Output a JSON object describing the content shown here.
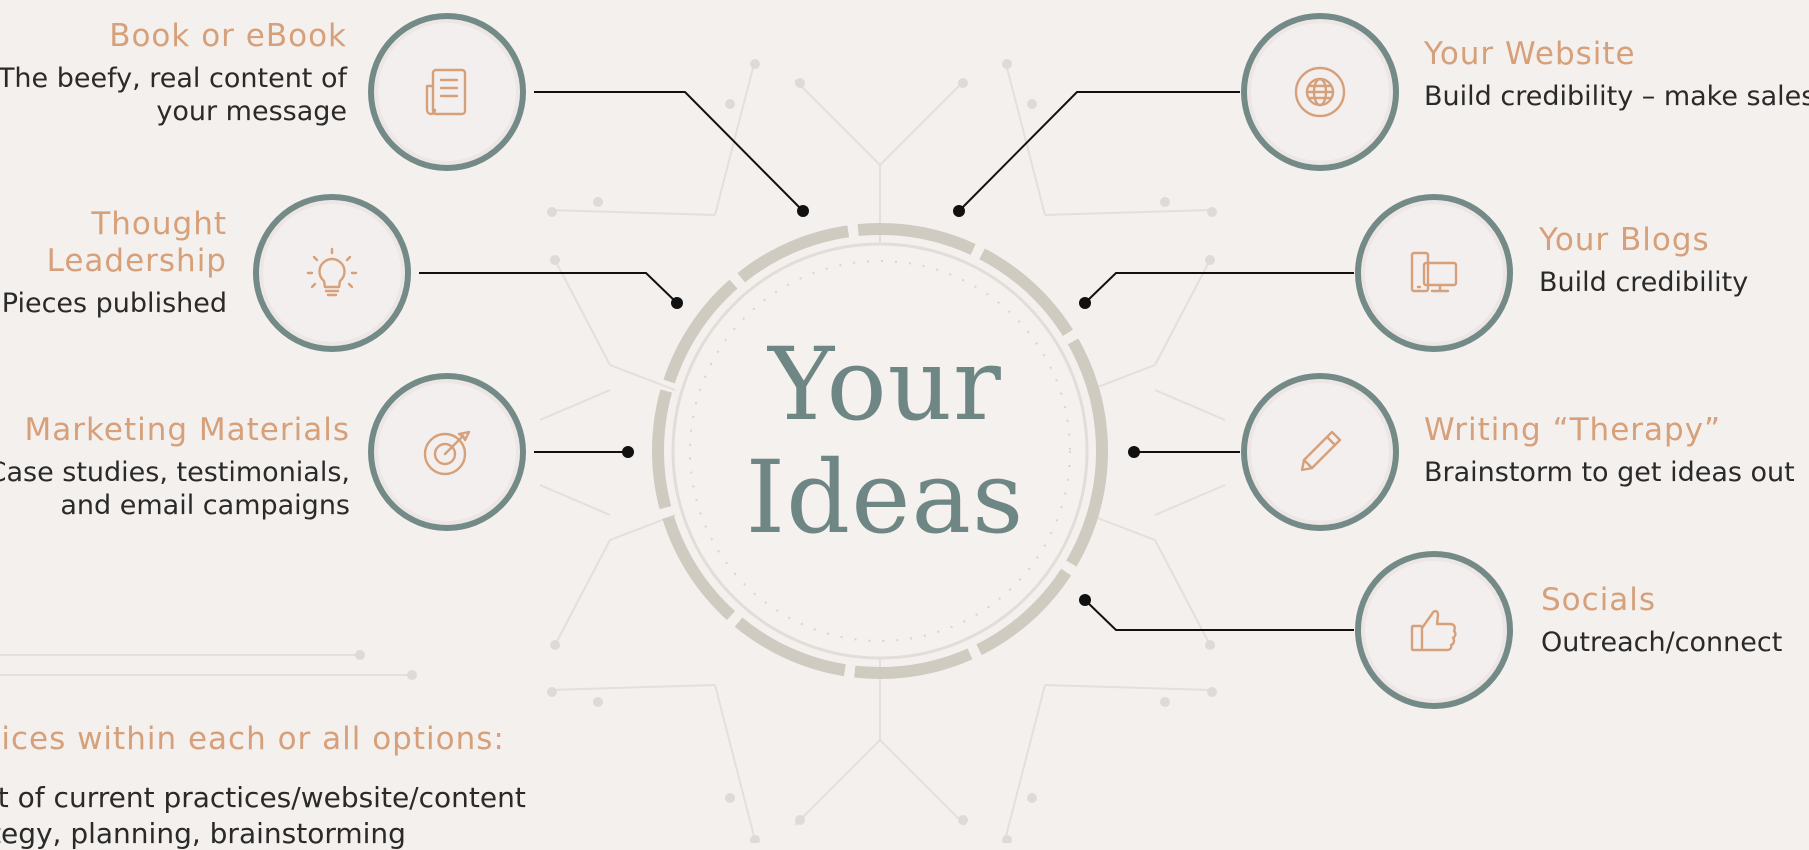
{
  "center": {
    "line1": "Your",
    "line2": "Ideas"
  },
  "colors": {
    "accent": "#d6a07a",
    "ring": "#748a86",
    "center_text": "#6f8784",
    "background": "#f4f0ed"
  },
  "nodes": [
    {
      "title": "Book or eBook",
      "desc_lines": [
        "The beefy, real content of",
        "your message"
      ],
      "icon": "document-icon"
    },
    {
      "title_lines": [
        "Thought",
        "Leadership"
      ],
      "desc_lines": [
        "Pieces published"
      ],
      "icon": "lightbulb-icon"
    },
    {
      "title": "Marketing Materials",
      "desc_lines": [
        "Case studies, testimonials,",
        "and email campaigns"
      ],
      "icon": "target-icon"
    },
    {
      "title": "Your Website",
      "desc_lines": [
        "Build credibility – make sales"
      ],
      "icon": "globe-icon"
    },
    {
      "title": "Your Blogs",
      "desc_lines": [
        "Build credibility"
      ],
      "icon": "devices-icon"
    },
    {
      "title": "Writing “Therapy”",
      "desc_lines": [
        "Brainstorm to get ideas out"
      ],
      "icon": "pencil-icon"
    },
    {
      "title": "Socials",
      "desc_lines": [
        "Outreach/connect"
      ],
      "icon": "thumbs-up-icon"
    }
  ],
  "footer": {
    "title": "vices within each or all options:",
    "line1": "it of current practices/website/content",
    "line2": "tegy, planning, brainstorming"
  }
}
